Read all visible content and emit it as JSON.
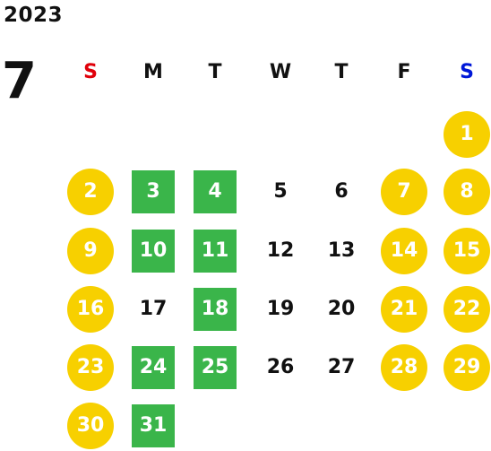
{
  "header": {
    "year": "2023",
    "month": "7"
  },
  "colors": {
    "holiday_circle": "#f7d000",
    "highlight_square": "#3ab54a",
    "text": "#111111",
    "sunday_label": "#e0000a",
    "saturday_label": "#0018d8"
  },
  "weekdays": [
    {
      "label": "S",
      "color": "#e0000a"
    },
    {
      "label": "M",
      "color": "#111111"
    },
    {
      "label": "T",
      "color": "#111111"
    },
    {
      "label": "W",
      "color": "#111111"
    },
    {
      "label": "T",
      "color": "#111111"
    },
    {
      "label": "F",
      "color": "#111111"
    },
    {
      "label": "S",
      "color": "#0018d8"
    }
  ],
  "days": [
    {
      "day": "1",
      "style": "circle"
    },
    {
      "day": "2",
      "style": "circle"
    },
    {
      "day": "3",
      "style": "square"
    },
    {
      "day": "4",
      "style": "square"
    },
    {
      "day": "5",
      "style": "plain"
    },
    {
      "day": "6",
      "style": "plain"
    },
    {
      "day": "7",
      "style": "circle"
    },
    {
      "day": "8",
      "style": "circle"
    },
    {
      "day": "9",
      "style": "circle"
    },
    {
      "day": "10",
      "style": "square"
    },
    {
      "day": "11",
      "style": "square"
    },
    {
      "day": "12",
      "style": "plain"
    },
    {
      "day": "13",
      "style": "plain"
    },
    {
      "day": "14",
      "style": "circle"
    },
    {
      "day": "15",
      "style": "circle"
    },
    {
      "day": "16",
      "style": "circle"
    },
    {
      "day": "17",
      "style": "plain"
    },
    {
      "day": "18",
      "style": "square"
    },
    {
      "day": "19",
      "style": "plain"
    },
    {
      "day": "20",
      "style": "plain"
    },
    {
      "day": "21",
      "style": "circle"
    },
    {
      "day": "22",
      "style": "circle"
    },
    {
      "day": "23",
      "style": "circle"
    },
    {
      "day": "24",
      "style": "square"
    },
    {
      "day": "25",
      "style": "square"
    },
    {
      "day": "26",
      "style": "plain"
    },
    {
      "day": "27",
      "style": "plain"
    },
    {
      "day": "28",
      "style": "circle"
    },
    {
      "day": "29",
      "style": "circle"
    },
    {
      "day": "30",
      "style": "circle"
    },
    {
      "day": "31",
      "style": "square"
    }
  ]
}
